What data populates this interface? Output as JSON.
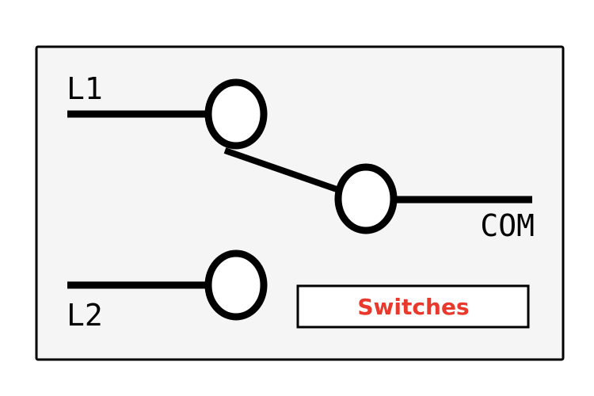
{
  "diagram": {
    "labels": {
      "l1": "L1",
      "l2": "L2",
      "com": "COM"
    },
    "badge": {
      "text": "Switches"
    }
  },
  "colors": {
    "panel_background": "#f5f5f5",
    "stroke": "#000000",
    "terminal_fill": "#ffffff",
    "badge_text": "#e8392c"
  }
}
